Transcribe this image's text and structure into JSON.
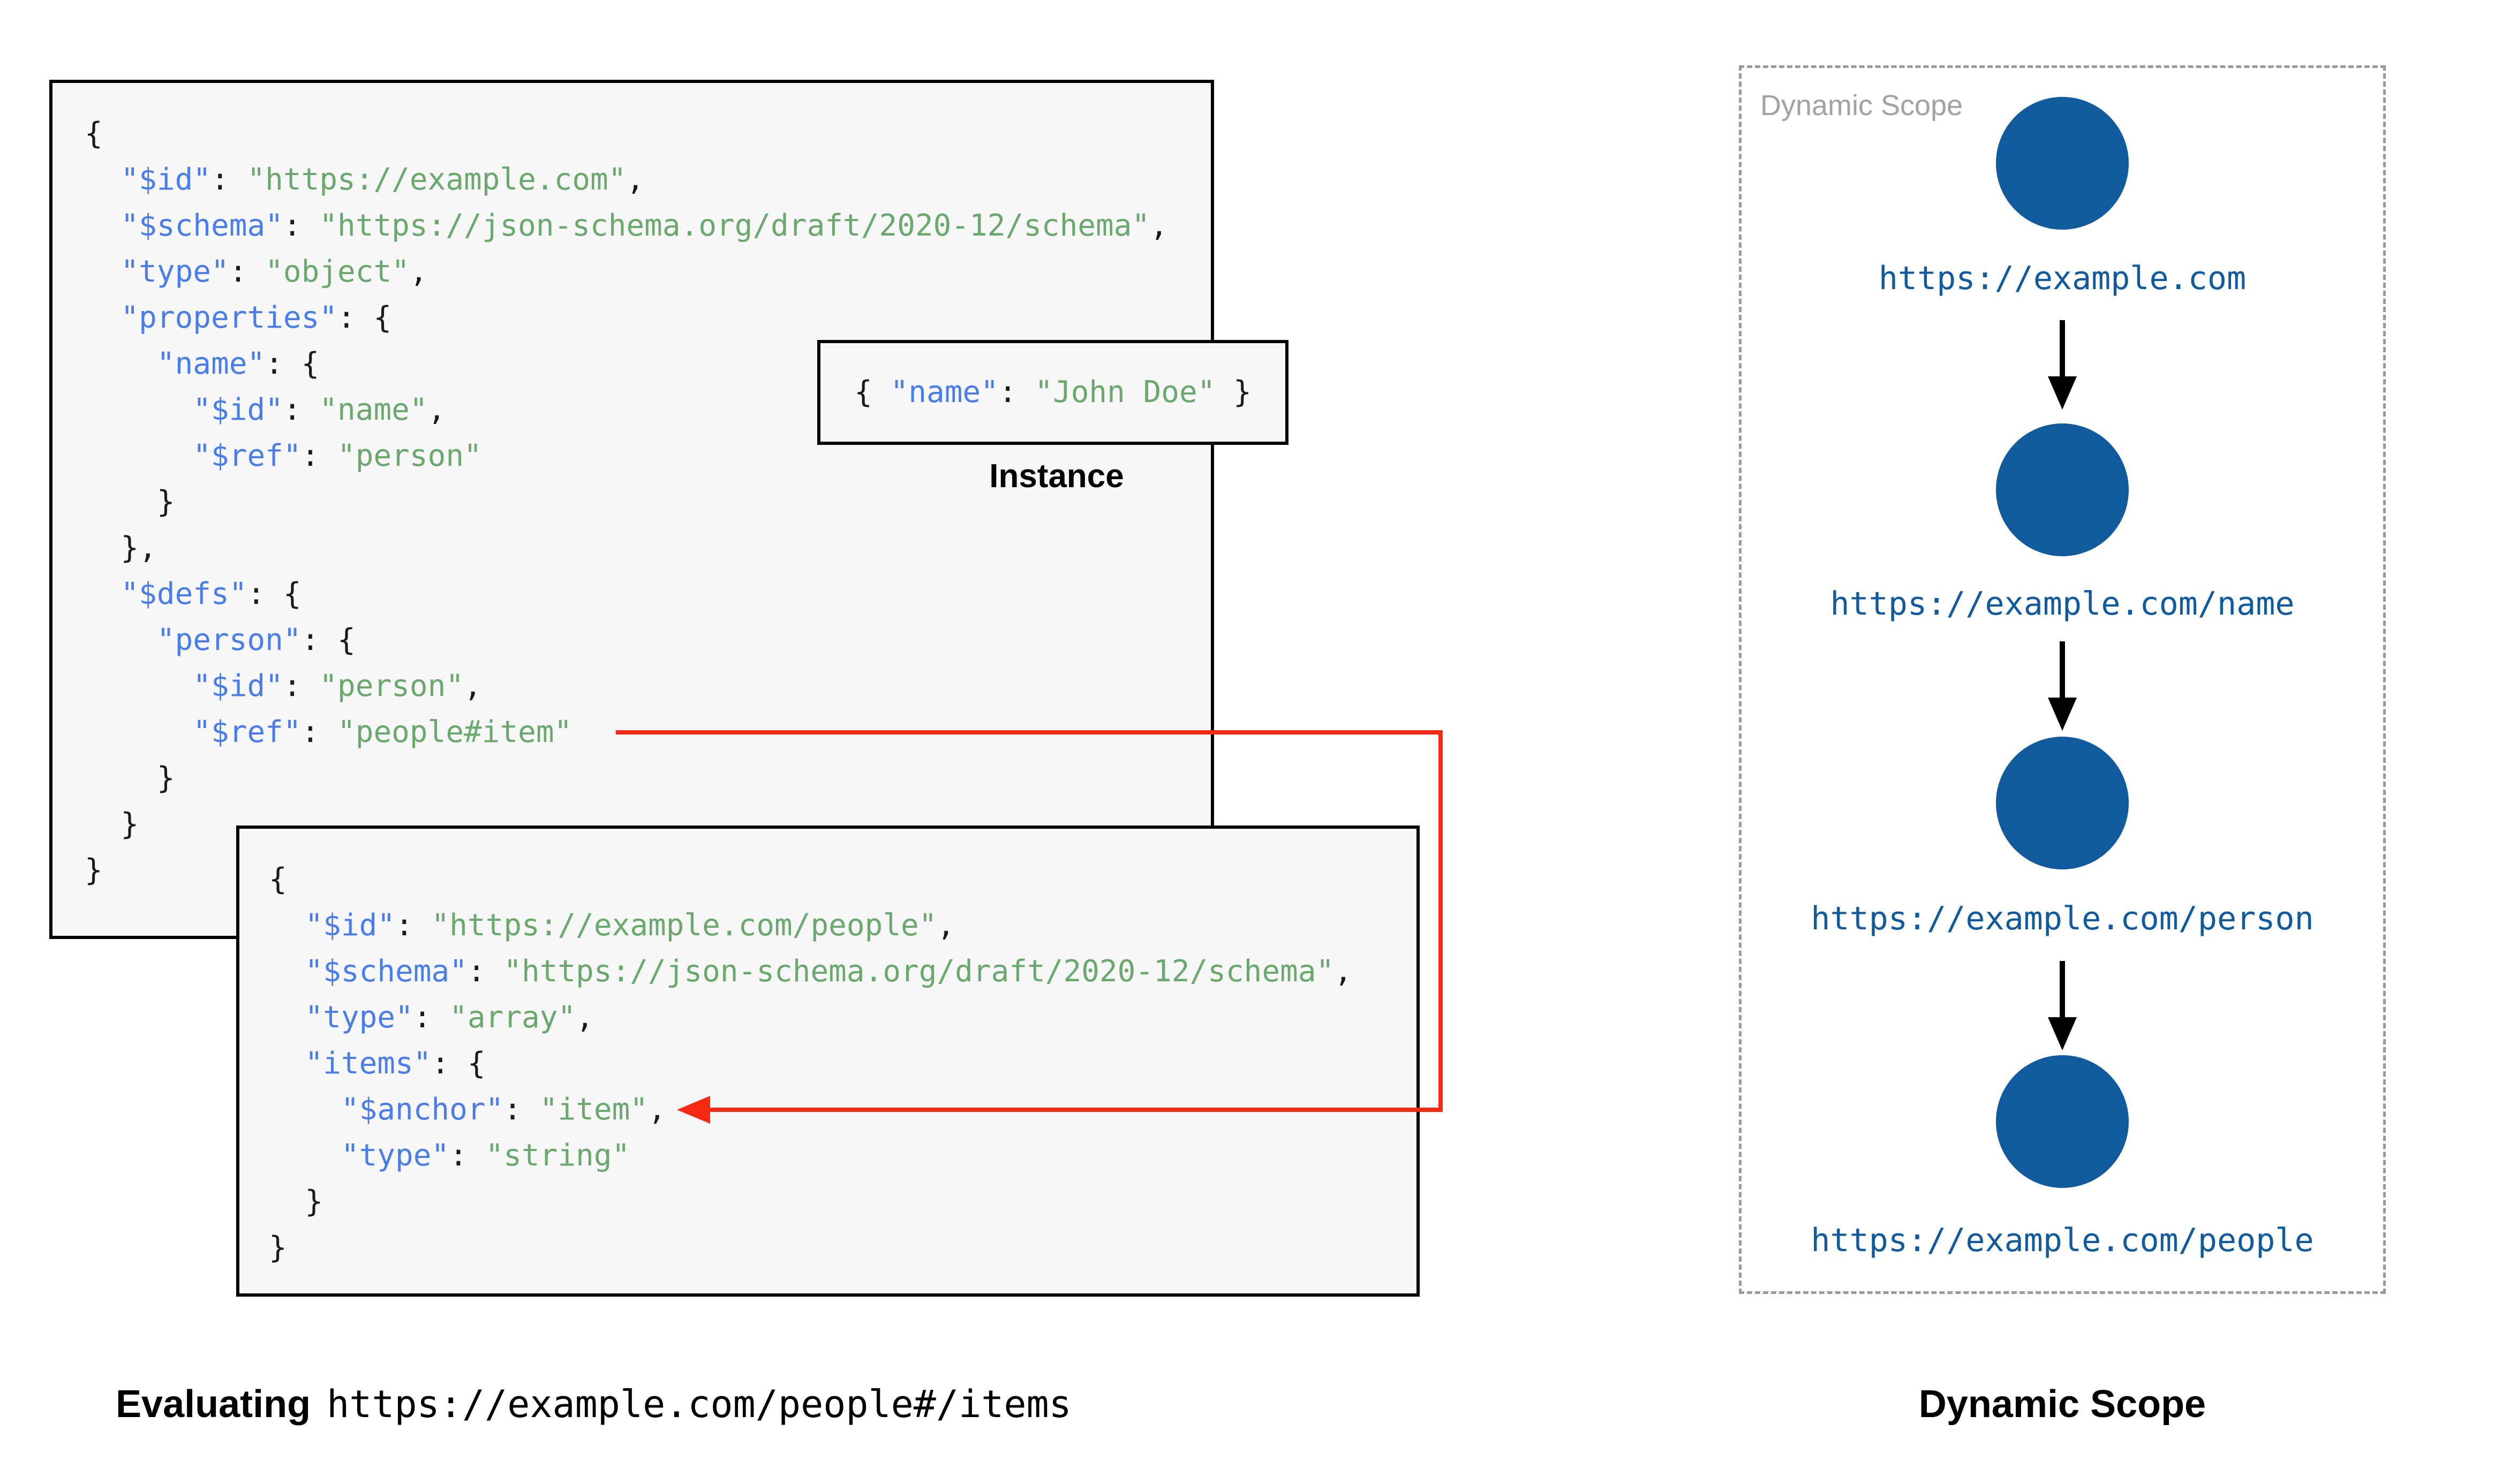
{
  "palette": {
    "key_blue": "#4a7de8",
    "value_green": "#6aa86e",
    "punct_black": "#1a1a1a",
    "scope_blue": "#115a9e",
    "arrow_red": "#f42a12",
    "dash_gray": "#9a9a9a",
    "label_gray": "#a2a2a2",
    "box_bg": "#f7f7f8"
  },
  "schema1": {
    "lines": [
      [
        [
          "p",
          "{"
        ]
      ],
      [
        [
          "p",
          "  "
        ],
        [
          "k",
          "\"$id\""
        ],
        [
          "p",
          ": "
        ],
        [
          "v",
          "\"https://example.com\""
        ],
        [
          "p",
          ","
        ]
      ],
      [
        [
          "p",
          "  "
        ],
        [
          "k",
          "\"$schema\""
        ],
        [
          "p",
          ": "
        ],
        [
          "v",
          "\"https://json-schema.org/draft/2020-12/schema\""
        ],
        [
          "p",
          ","
        ]
      ],
      [
        [
          "p",
          "  "
        ],
        [
          "k",
          "\"type\""
        ],
        [
          "p",
          ": "
        ],
        [
          "v",
          "\"object\""
        ],
        [
          "p",
          ","
        ]
      ],
      [
        [
          "p",
          "  "
        ],
        [
          "k",
          "\"properties\""
        ],
        [
          "p",
          ": {"
        ]
      ],
      [
        [
          "p",
          "    "
        ],
        [
          "k",
          "\"name\""
        ],
        [
          "p",
          ": {"
        ]
      ],
      [
        [
          "p",
          "      "
        ],
        [
          "k",
          "\"$id\""
        ],
        [
          "p",
          ": "
        ],
        [
          "v",
          "\"name\""
        ],
        [
          "p",
          ","
        ]
      ],
      [
        [
          "p",
          "      "
        ],
        [
          "k",
          "\"$ref\""
        ],
        [
          "p",
          ": "
        ],
        [
          "v",
          "\"person\""
        ]
      ],
      [
        [
          "p",
          "    }"
        ]
      ],
      [
        [
          "p",
          "  },"
        ]
      ],
      [
        [
          "p",
          "  "
        ],
        [
          "k",
          "\"$defs\""
        ],
        [
          "p",
          ": {"
        ]
      ],
      [
        [
          "p",
          "    "
        ],
        [
          "k",
          "\"person\""
        ],
        [
          "p",
          ": {"
        ]
      ],
      [
        [
          "p",
          "      "
        ],
        [
          "k",
          "\"$id\""
        ],
        [
          "p",
          ": "
        ],
        [
          "v",
          "\"person\""
        ],
        [
          "p",
          ","
        ]
      ],
      [
        [
          "p",
          "      "
        ],
        [
          "k",
          "\"$ref\""
        ],
        [
          "p",
          ": "
        ],
        [
          "v",
          "\"people#item\""
        ]
      ],
      [
        [
          "p",
          "    }"
        ]
      ],
      [
        [
          "p",
          "  }"
        ]
      ],
      [
        [
          "p",
          "}"
        ]
      ]
    ]
  },
  "schema2": {
    "lines": [
      [
        [
          "p",
          "{"
        ]
      ],
      [
        [
          "p",
          "  "
        ],
        [
          "k",
          "\"$id\""
        ],
        [
          "p",
          ": "
        ],
        [
          "v",
          "\"https://example.com/people\""
        ],
        [
          "p",
          ","
        ]
      ],
      [
        [
          "p",
          "  "
        ],
        [
          "k",
          "\"$schema\""
        ],
        [
          "p",
          ": "
        ],
        [
          "v",
          "\"https://json-schema.org/draft/2020-12/schema\""
        ],
        [
          "p",
          ","
        ]
      ],
      [
        [
          "p",
          "  "
        ],
        [
          "k",
          "\"type\""
        ],
        [
          "p",
          ": "
        ],
        [
          "v",
          "\"array\""
        ],
        [
          "p",
          ","
        ]
      ],
      [
        [
          "p",
          "  "
        ],
        [
          "k",
          "\"items\""
        ],
        [
          "p",
          ": {"
        ]
      ],
      [
        [
          "p",
          "    "
        ],
        [
          "k",
          "\"$anchor\""
        ],
        [
          "p",
          ": "
        ],
        [
          "v",
          "\"item\""
        ],
        [
          "p",
          ","
        ]
      ],
      [
        [
          "p",
          "    "
        ],
        [
          "k",
          "\"type\""
        ],
        [
          "p",
          ": "
        ],
        [
          "v",
          "\"string\""
        ]
      ],
      [
        [
          "p",
          "  }"
        ]
      ],
      [
        [
          "p",
          "}"
        ]
      ]
    ]
  },
  "instance": {
    "lines": [
      [
        [
          "p",
          "{ "
        ],
        [
          "k",
          "\"name\""
        ],
        [
          "p",
          ": "
        ],
        [
          "v",
          "\"John Doe\""
        ],
        [
          "p",
          " }"
        ]
      ]
    ],
    "label": "Instance"
  },
  "evaluating": {
    "bold": "Evaluating",
    "code": "https://example.com/people#/items"
  },
  "dynamic_scope": {
    "panel_label": "Dynamic Scope",
    "nodes": [
      {
        "url": "https://example.com"
      },
      {
        "url": "https://example.com/name"
      },
      {
        "url": "https://example.com/person"
      },
      {
        "url": "https://example.com/people"
      }
    ],
    "title": "Dynamic Scope"
  }
}
